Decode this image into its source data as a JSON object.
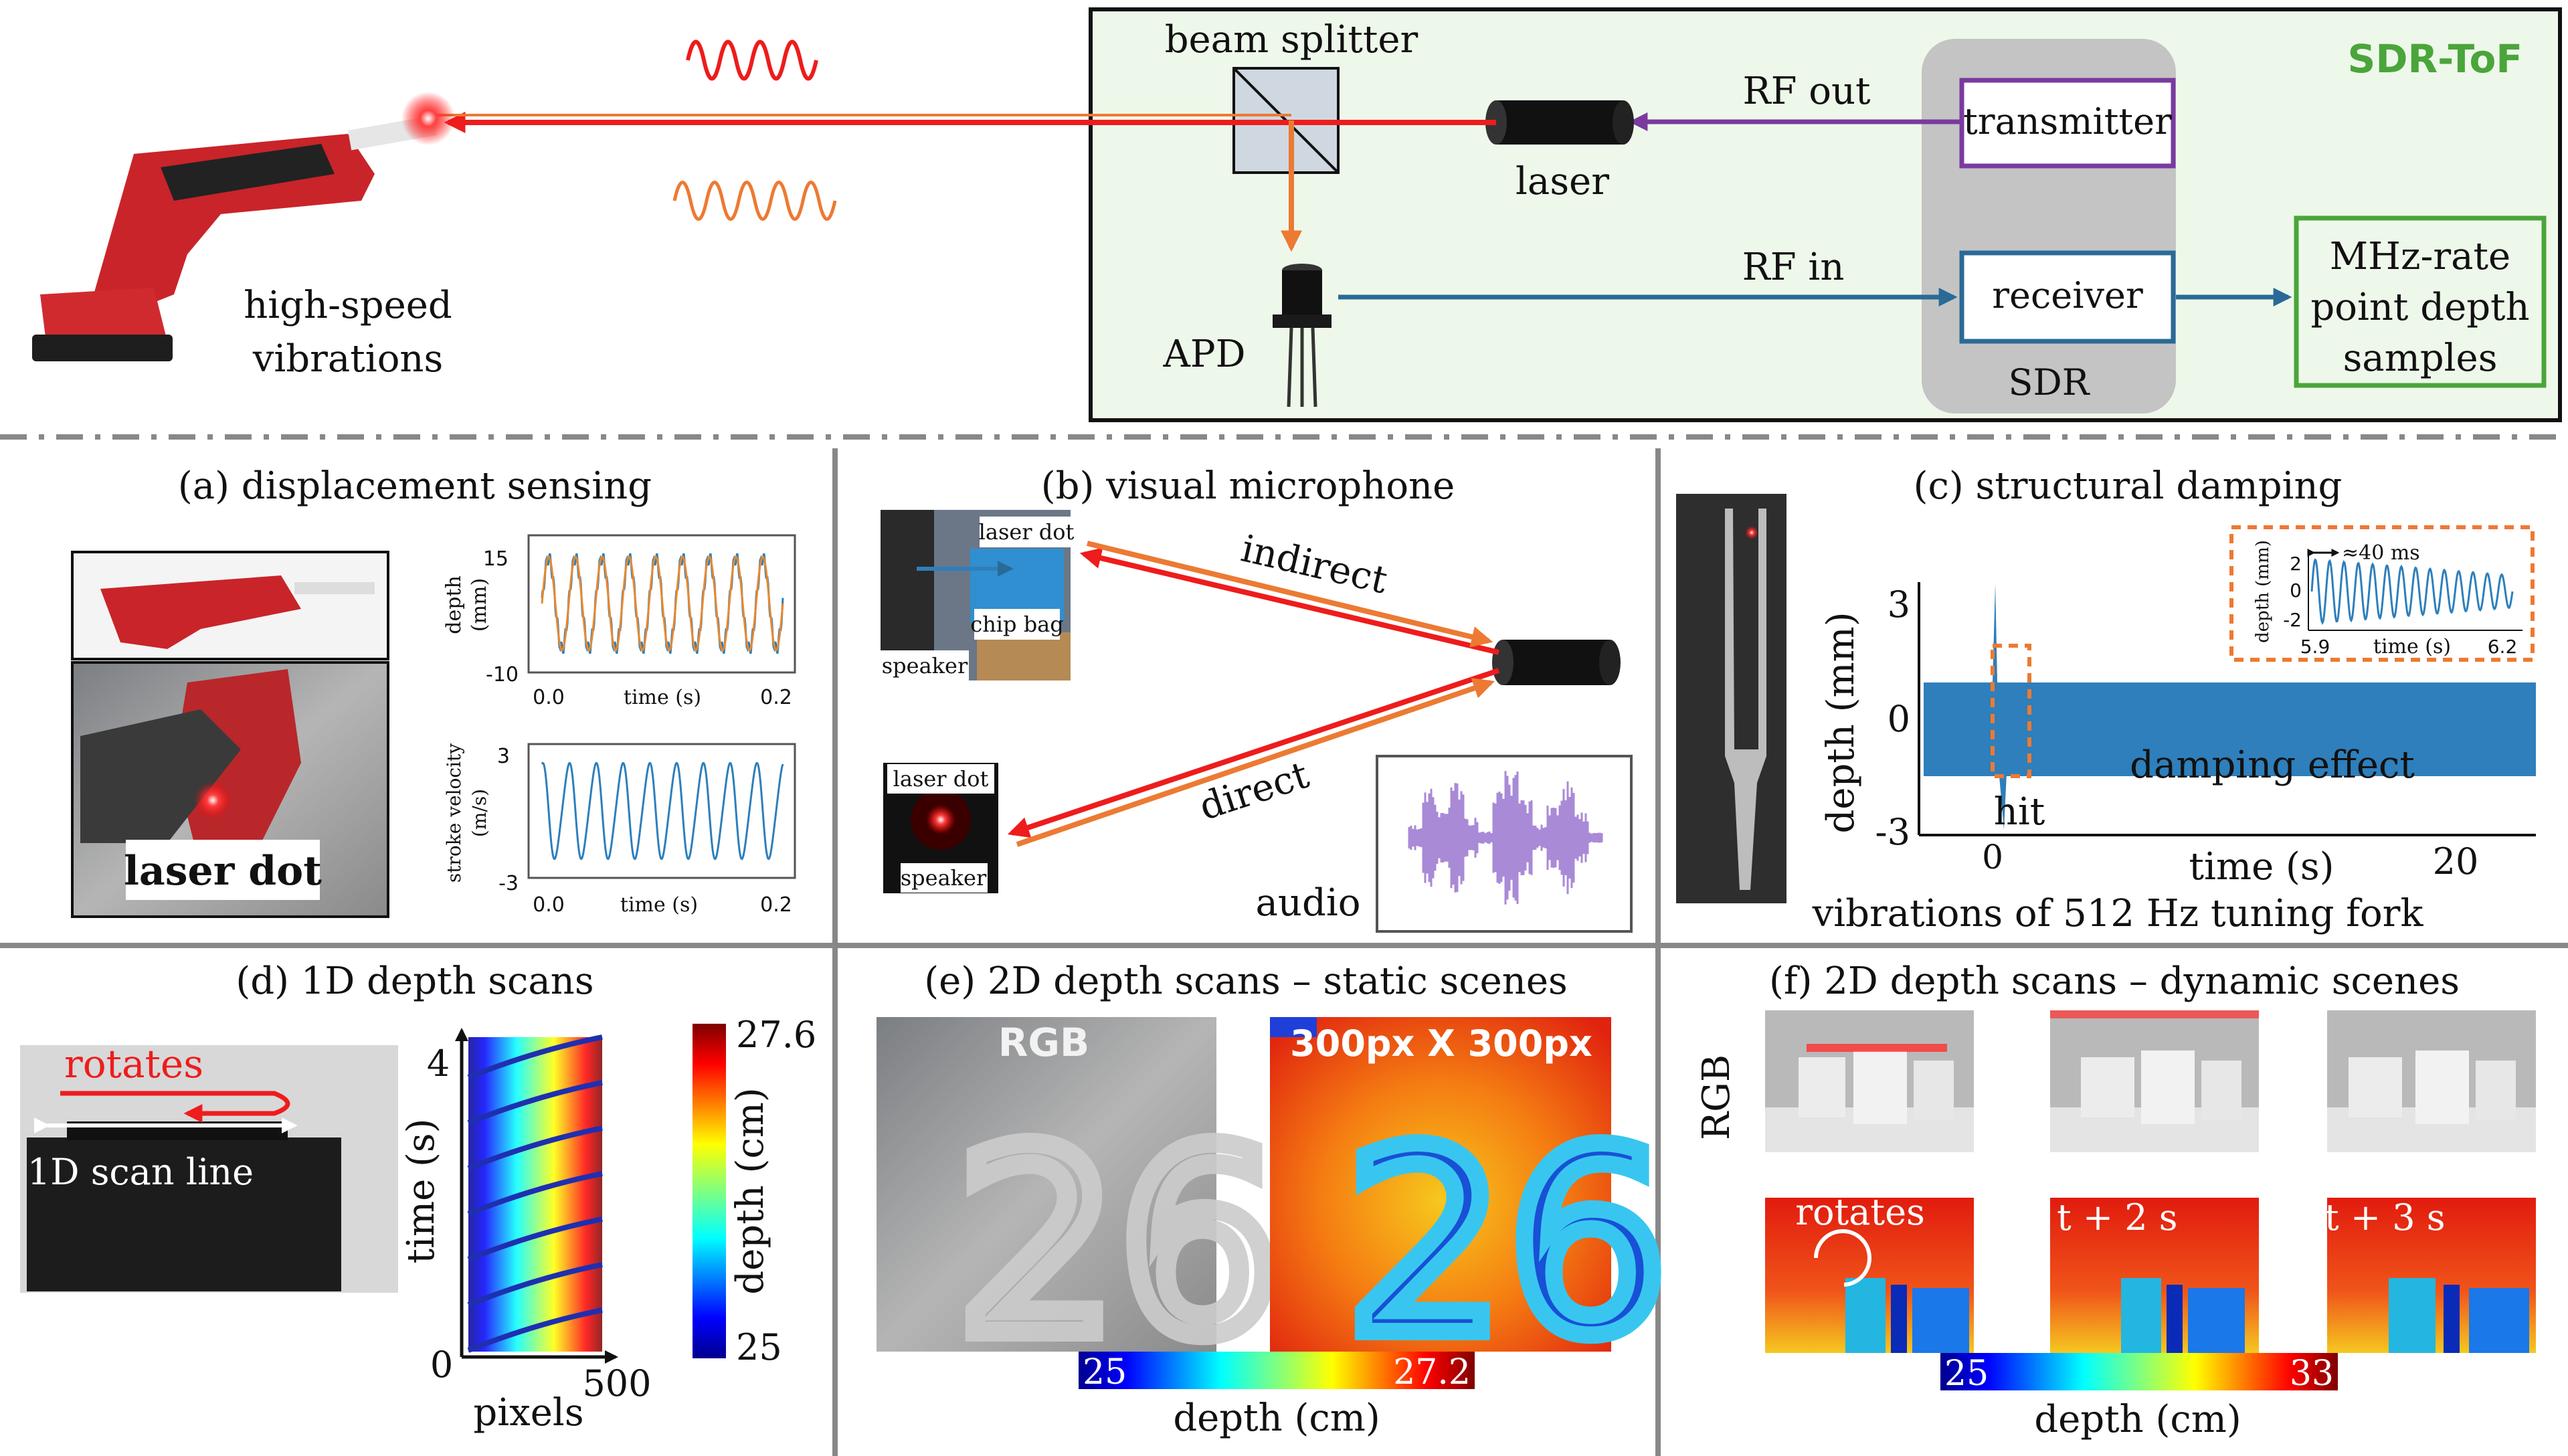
{
  "top": {
    "beam_splitter": "beam splitter",
    "laser": "laser",
    "apd": "APD",
    "rf_out": "RF out",
    "rf_in": "RF in",
    "transmitter": "transmitter",
    "receiver": "receiver",
    "sdr": "SDR",
    "sdr_tof": "SDR-ToF",
    "output_l1": "MHz-rate",
    "output_l2": "point depth",
    "output_l3": "samples",
    "vib_l1": "high-speed",
    "vib_l2": "vibrations"
  },
  "panel_a": {
    "title": "(a) displacement sensing",
    "laser_dot": "laser dot",
    "plot1": {
      "ylabel_l1": "depth",
      "ylabel_l2": "(mm)",
      "ytick_top": "15",
      "ytick_bottom": "-10",
      "xtick_left": "0.0",
      "xtick_right": "0.2",
      "xlabel": "time (s)"
    },
    "plot2": {
      "ylabel_l1": "stroke velocity",
      "ylabel_l2": "(m/s)",
      "ytick_top": "3",
      "ytick_bottom": "-3",
      "xtick_left": "0.0",
      "xtick_right": "0.2",
      "xlabel": "time (s)"
    }
  },
  "panel_b": {
    "title": "(b) visual microphone",
    "laser_dot_top": "laser dot",
    "chip_bag": "chip bag",
    "speaker_top": "speaker",
    "laser_dot_bottom": "laser dot",
    "speaker_bottom": "speaker",
    "indirect": "indirect",
    "direct": "direct",
    "audio": "audio"
  },
  "panel_c": {
    "title": "(c) structural damping",
    "ylabel": "depth (mm)",
    "yticks": [
      "3",
      "0",
      "-3"
    ],
    "xticks": [
      "0",
      "20"
    ],
    "xlabel": "time (s)",
    "hit": "hit",
    "damping": "damping effect",
    "caption": "vibrations of 512 Hz tuning fork",
    "inset": {
      "ylabel": "depth (mm)",
      "yticks": [
        "2",
        "0",
        "-2"
      ],
      "period": "≈40 ms",
      "xtick_left": "5.9",
      "xtick_right": "6.2",
      "xlabel": "time (s)"
    }
  },
  "panel_d": {
    "title": "(d) 1D depth scans",
    "rotates": "rotates",
    "scan_line": "1D scan line",
    "ylabel": "time (s)",
    "ytick_top": "4",
    "xtick_left": "0",
    "xtick_right": "500",
    "xlabel": "pixels",
    "cbar_max": "27.6",
    "cbar_min": "25",
    "cbar_label": "depth (cm)"
  },
  "panel_e": {
    "title": "(e) 2D depth scans – static scenes",
    "rgb": "RGB",
    "res": "300px X 300px",
    "cbar_min": "25",
    "cbar_max": "27.2",
    "cbar_label": "depth (cm)"
  },
  "panel_f": {
    "title": "(f) 2D depth scans – dynamic scenes",
    "rgb": "RGB",
    "rotates": "rotates",
    "t2": "t + 2 s",
    "t3": "t + 3 s",
    "cbar_min": "25",
    "cbar_max": "33",
    "cbar_label": "depth (cm)"
  },
  "colors": {
    "sdr_green_bg": "#eef8ea",
    "sdr_green": "#4aa53a",
    "transmitter_purple": "#7a3aa0",
    "receiver_blue": "#2a6a96",
    "laser_red": "#ee1c1c",
    "return_orange": "#ec7a33",
    "orange_series": "#e8892f",
    "blue_series": "#2e7fbb"
  }
}
